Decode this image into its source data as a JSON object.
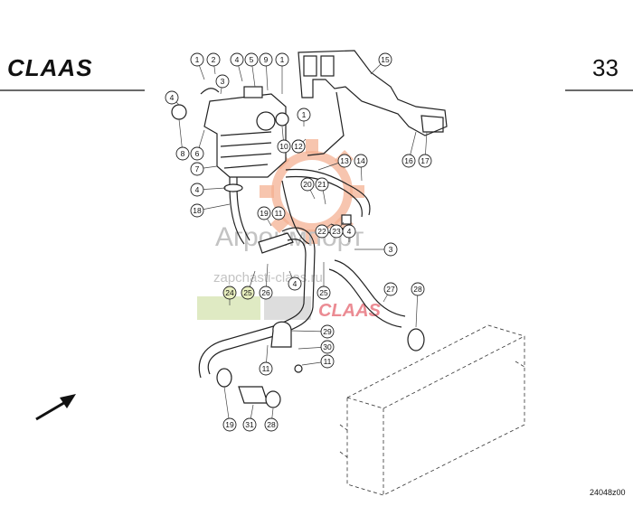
{
  "header": {
    "brand": "CLAAS",
    "page_number": "33"
  },
  "footer": {
    "drawing_code": "24048z00"
  },
  "watermark": {
    "site_name": "Агроимпорт",
    "url": "zapchasti-claas.ru",
    "logo_text": "CLAAS"
  },
  "callouts": [
    {
      "label": "1",
      "highlight": false
    },
    {
      "label": "2",
      "highlight": false
    },
    {
      "label": "4",
      "highlight": false
    },
    {
      "label": "5",
      "highlight": false
    },
    {
      "label": "9",
      "highlight": false
    },
    {
      "label": "1",
      "highlight": false
    },
    {
      "label": "15",
      "highlight": false
    },
    {
      "label": "3",
      "highlight": false
    },
    {
      "label": "4",
      "highlight": false
    },
    {
      "label": "1",
      "highlight": false
    },
    {
      "label": "12",
      "highlight": false
    },
    {
      "label": "8",
      "highlight": false
    },
    {
      "label": "6",
      "highlight": false
    },
    {
      "label": "10",
      "highlight": false
    },
    {
      "label": "12",
      "highlight": false
    },
    {
      "label": "16",
      "highlight": false
    },
    {
      "label": "17",
      "highlight": false
    },
    {
      "label": "7",
      "highlight": false
    },
    {
      "label": "13",
      "highlight": false
    },
    {
      "label": "14",
      "highlight": false
    },
    {
      "label": "4",
      "highlight": false
    },
    {
      "label": "20",
      "highlight": false
    },
    {
      "label": "21",
      "highlight": false
    },
    {
      "label": "18",
      "highlight": false
    },
    {
      "label": "19",
      "highlight": false
    },
    {
      "label": "11",
      "highlight": false
    },
    {
      "label": "22",
      "highlight": false
    },
    {
      "label": "23",
      "highlight": false
    },
    {
      "label": "4",
      "highlight": false
    },
    {
      "label": "3",
      "highlight": false
    },
    {
      "label": "24",
      "highlight": true
    },
    {
      "label": "25",
      "highlight": true
    },
    {
      "label": "26",
      "highlight": false
    },
    {
      "label": "4",
      "highlight": false
    },
    {
      "label": "25",
      "highlight": false
    },
    {
      "label": "27",
      "highlight": false
    },
    {
      "label": "28",
      "highlight": false
    },
    {
      "label": "29",
      "highlight": false
    },
    {
      "label": "30",
      "highlight": false
    },
    {
      "label": "11",
      "highlight": false
    },
    {
      "label": "11",
      "highlight": false
    },
    {
      "label": "19",
      "highlight": false
    },
    {
      "label": "31",
      "highlight": false
    },
    {
      "label": "28",
      "highlight": false
    }
  ],
  "colors": {
    "highlight_fill": "#e8efbf",
    "highlight_stroke": "#222222",
    "watermark_orange": "#f2a07a",
    "watermark_gray": "#c8c8c8",
    "watermark_red": "#e4606a",
    "watermark_green": "#cfe0a8"
  }
}
